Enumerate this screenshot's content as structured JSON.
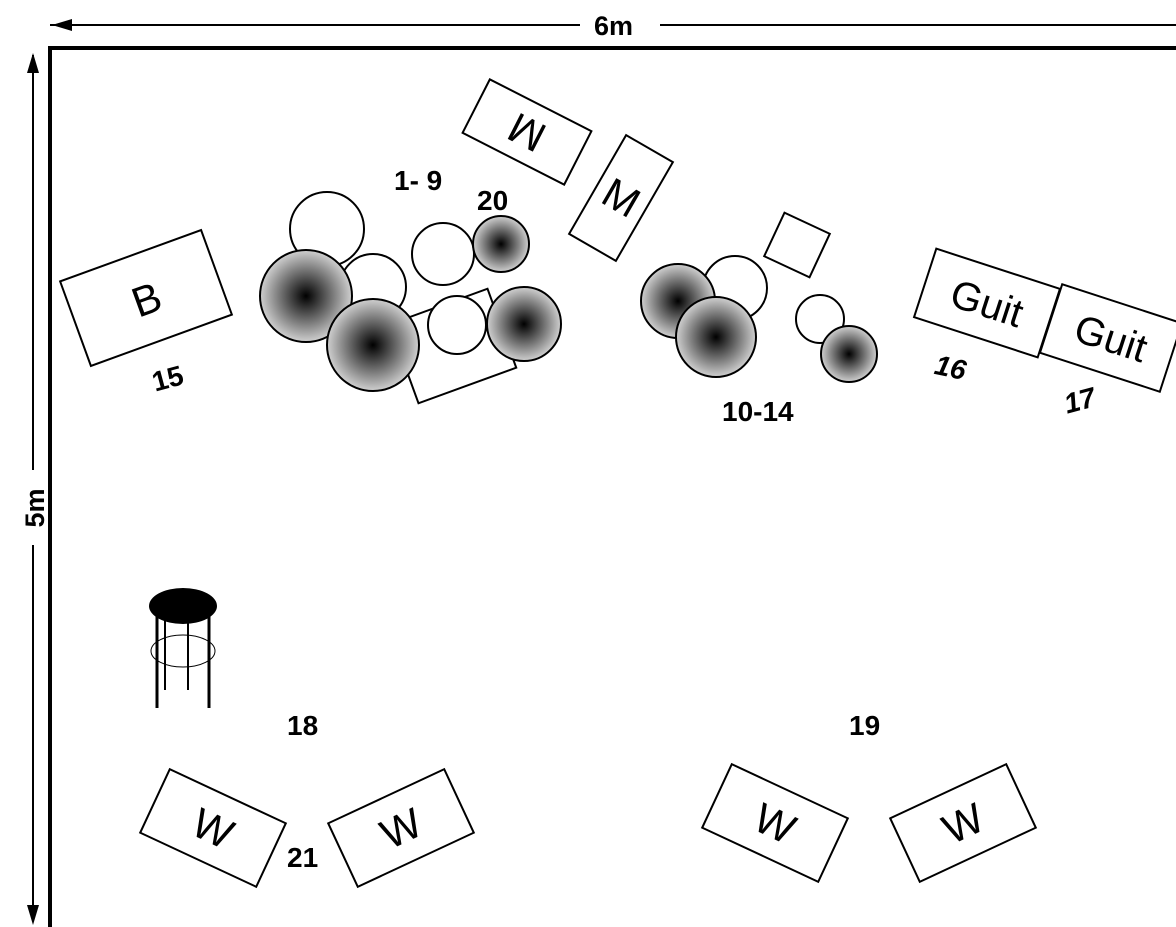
{
  "title": "",
  "dimensions": {
    "width": "6m",
    "height": "5m"
  },
  "labels": {
    "group_1_9": "1- 9",
    "mic_20": "20",
    "group_10_14": "10-14",
    "mic_15": "15",
    "mic_16": "16",
    "mic_17": "17",
    "mic_18": "18",
    "mic_19": "19",
    "mic_21": "21"
  },
  "boxes": {
    "bass_amp": "B",
    "monitor_1": "M",
    "monitor_2": "M",
    "guitar_amp_1": "Guit",
    "guitar_amp_2": "Guit",
    "wedge_1": "W",
    "wedge_2": "W",
    "wedge_3": "W",
    "wedge_4": "W"
  },
  "colors": {
    "title": "#8b1010",
    "ink": "#000000",
    "shaded_center": "#000000",
    "shaded_edge": "#cccccc"
  }
}
